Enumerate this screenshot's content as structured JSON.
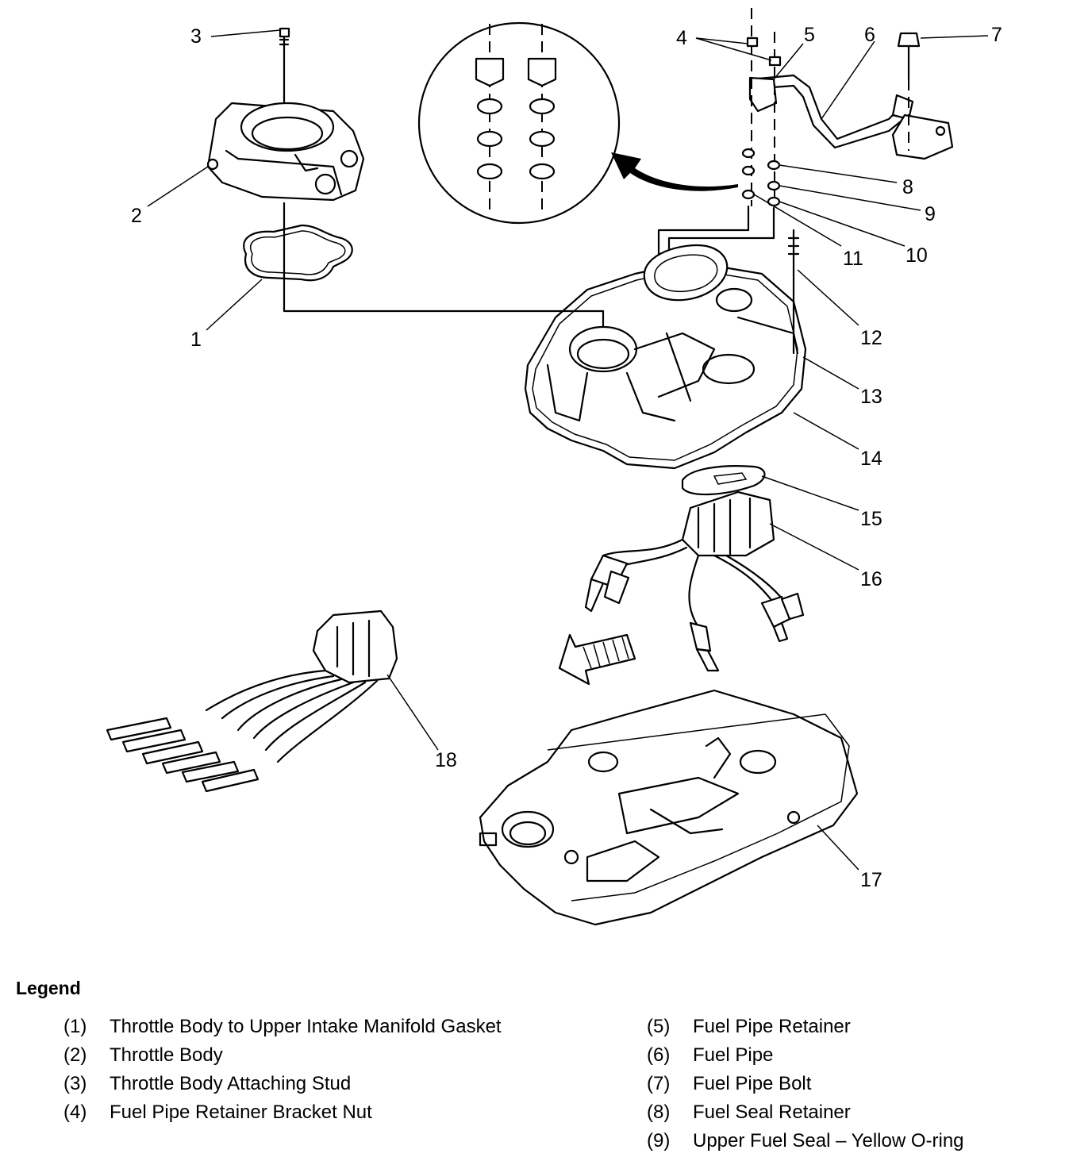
{
  "callouts": [
    "1",
    "2",
    "3",
    "4",
    "5",
    "6",
    "7",
    "8",
    "9",
    "10",
    "11",
    "12",
    "13",
    "14",
    "15",
    "16",
    "17",
    "18"
  ],
  "legend": {
    "title": "Legend",
    "items": [
      {
        "num": "(1)",
        "text": "Throttle Body to Upper Intake Manifold Gasket"
      },
      {
        "num": "(2)",
        "text": "Throttle Body"
      },
      {
        "num": "(3)",
        "text": "Throttle Body Attaching Stud"
      },
      {
        "num": "(4)",
        "text": "Fuel Pipe Retainer Bracket Nut"
      },
      {
        "num": "(5)",
        "text": "Fuel Pipe Retainer"
      },
      {
        "num": "(6)",
        "text": "Fuel Pipe"
      },
      {
        "num": "(7)",
        "text": "Fuel Pipe Bolt"
      },
      {
        "num": "(8)",
        "text": "Fuel Seal Retainer"
      },
      {
        "num": "(9)",
        "text": "Upper Fuel Seal – Yellow O-ring"
      }
    ]
  }
}
